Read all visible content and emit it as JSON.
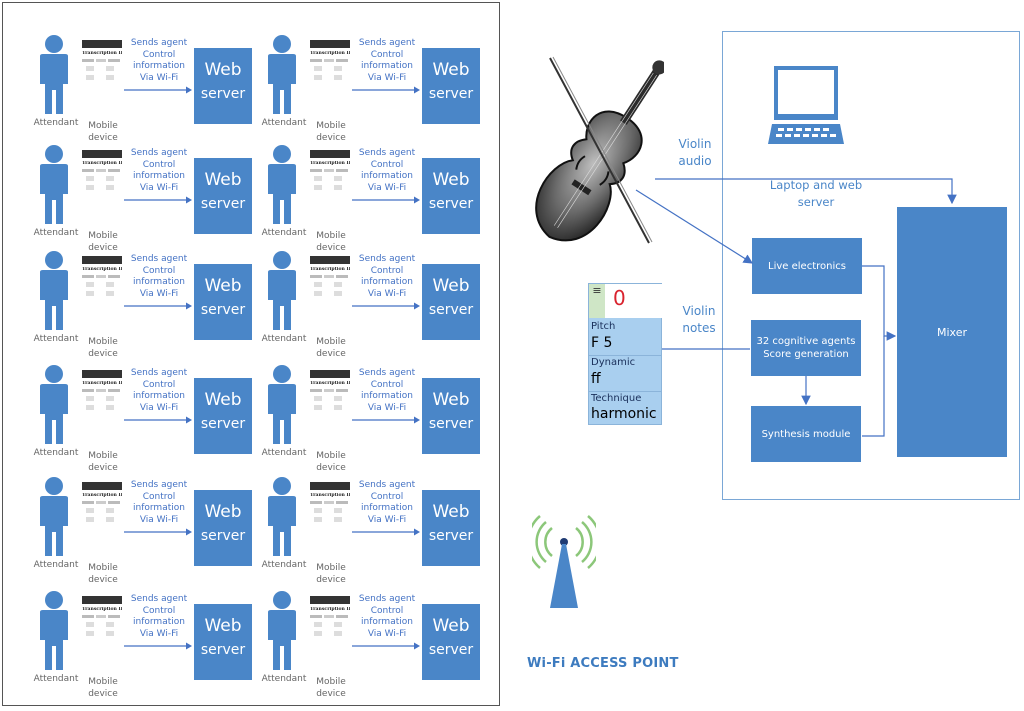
{
  "units": [
    {
      "attendant": "Attendant",
      "mobile": [
        "Mobile",
        "device"
      ],
      "phone_title": "Transcription II",
      "sends": [
        "Sends agent",
        "Control",
        "information",
        "Via Wi-Fi"
      ],
      "web": [
        "Web",
        "server"
      ]
    },
    {
      "attendant": "Attendant",
      "mobile": [
        "Mobile",
        "device"
      ],
      "phone_title": "Transcription II",
      "sends": [
        "Sends agent",
        "Control",
        "information",
        "Via Wi-Fi"
      ],
      "web": [
        "Web",
        "server"
      ]
    }
  ],
  "right": {
    "violin_audio": [
      "Violin",
      "audio"
    ],
    "violin_notes": [
      "Violin",
      "notes"
    ],
    "laptop_label": [
      "Laptop and web",
      "server"
    ],
    "live_electronics": "Live electronics",
    "cognitive_agents": [
      "32 cognitive agents",
      "Score generation"
    ],
    "synthesis": "Synthesis module",
    "mixer": "Mixer",
    "wifi": "Wi-Fi ACCESS POINT"
  },
  "app_card": {
    "menu_icon": "≡",
    "count": "0",
    "pitch_label": "Pitch",
    "pitch_value": "F 5",
    "dynamic_label": "Dynamic",
    "dynamic_value": "ff",
    "technique_label": "Technique",
    "technique_value": "harmonic"
  },
  "colors": {
    "accent": "#4a86c8",
    "text_blue": "#4472c4",
    "card": "#a9cfef",
    "count_red": "#d9232e"
  }
}
